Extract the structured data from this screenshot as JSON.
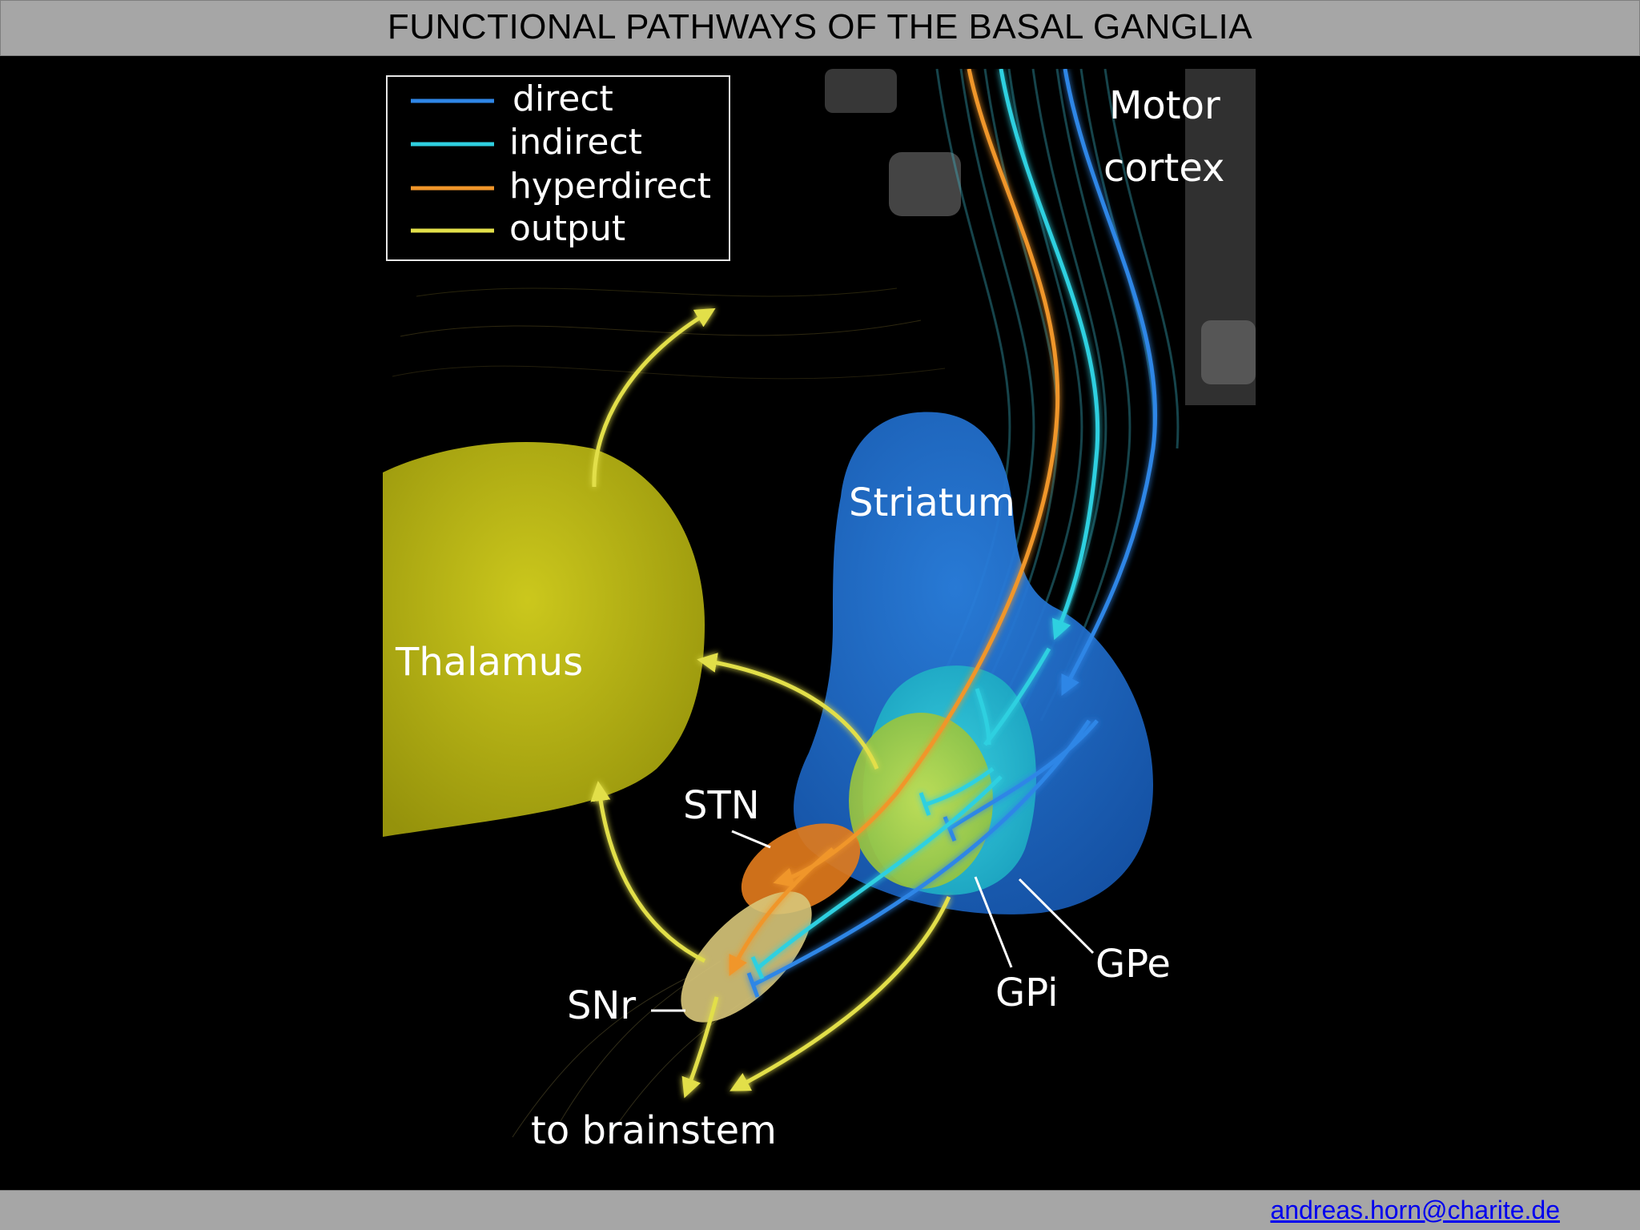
{
  "slide": {
    "title": "FUNCTIONAL PATHWAYS OF THE BASAL GANGLIA",
    "footer_email": "andreas.horn@charite.de"
  },
  "legend": {
    "items": [
      {
        "label": "direct",
        "color": "#2f86e6"
      },
      {
        "label": "indirect",
        "color": "#2fd0e0"
      },
      {
        "label": "hyperdirect",
        "color": "#f0962a"
      },
      {
        "label": "output",
        "color": "#e2df4a"
      }
    ]
  },
  "structures": {
    "motor_cortex_line1": "Motor",
    "motor_cortex_line2": "cortex",
    "striatum": "Striatum",
    "thalamus": "Thalamus",
    "stn": "STN",
    "snr": "SNr",
    "gpi": "GPi",
    "gpe": "GPe",
    "brainstem": "to brainstem"
  },
  "colors": {
    "thalamus": "#c9c414",
    "striatum": "#1f6fd1",
    "gpe": "#27c6d6",
    "gpi": "#b8d23a",
    "stn": "#e07a1c",
    "snr": "#d8c77a"
  }
}
